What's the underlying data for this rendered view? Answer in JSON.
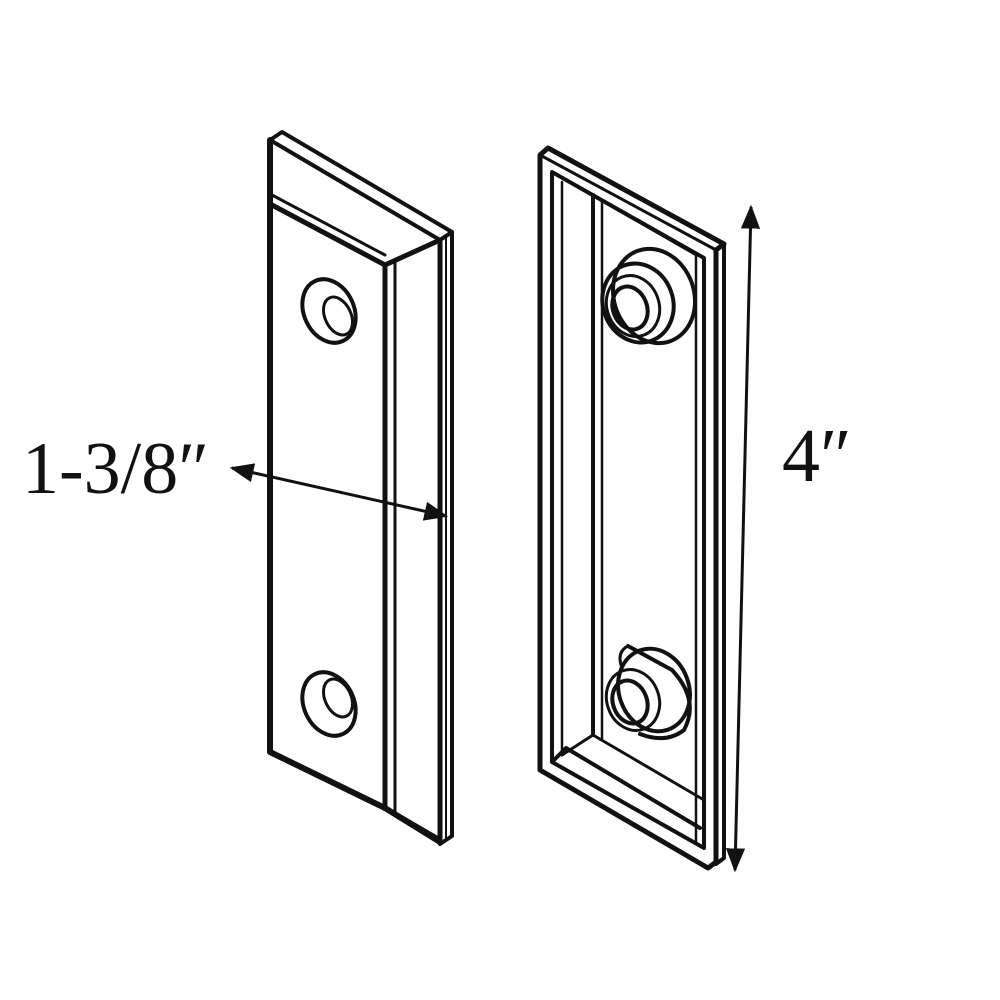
{
  "diagram": {
    "subject": "Magnetic catch plate and strike (pair)",
    "parts": [
      {
        "id": "plate",
        "name": "Flat strike plate with two countersunk screw holes"
      },
      {
        "id": "catch",
        "name": "Framed magnetic catch body with two screw bosses"
      }
    ],
    "dimensions": {
      "width": {
        "label": "1-3/8″",
        "applies_to": "plate"
      },
      "height": {
        "label": "4″",
        "applies_to": "catch"
      }
    },
    "colors": {
      "line": "#111111",
      "background": "#ffffff"
    }
  }
}
